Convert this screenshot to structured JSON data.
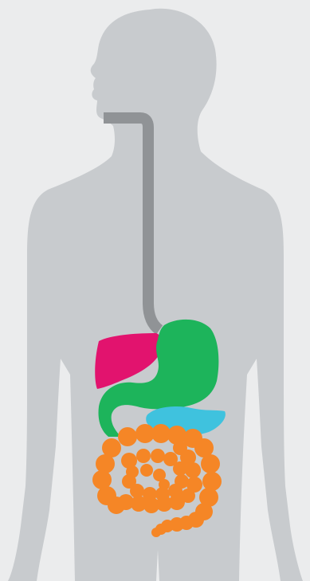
{
  "colors": {
    "background": "#ebeced",
    "body": "#c8cbce",
    "esophagus": "#909396",
    "liver": "#e2136e",
    "stomach": "#1db45b",
    "pancreas": "#3fc2de",
    "intestine": "#f58626"
  },
  "organs": [
    "esophagus",
    "liver",
    "stomach",
    "pancreas",
    "small-intestine",
    "large-intestine"
  ]
}
